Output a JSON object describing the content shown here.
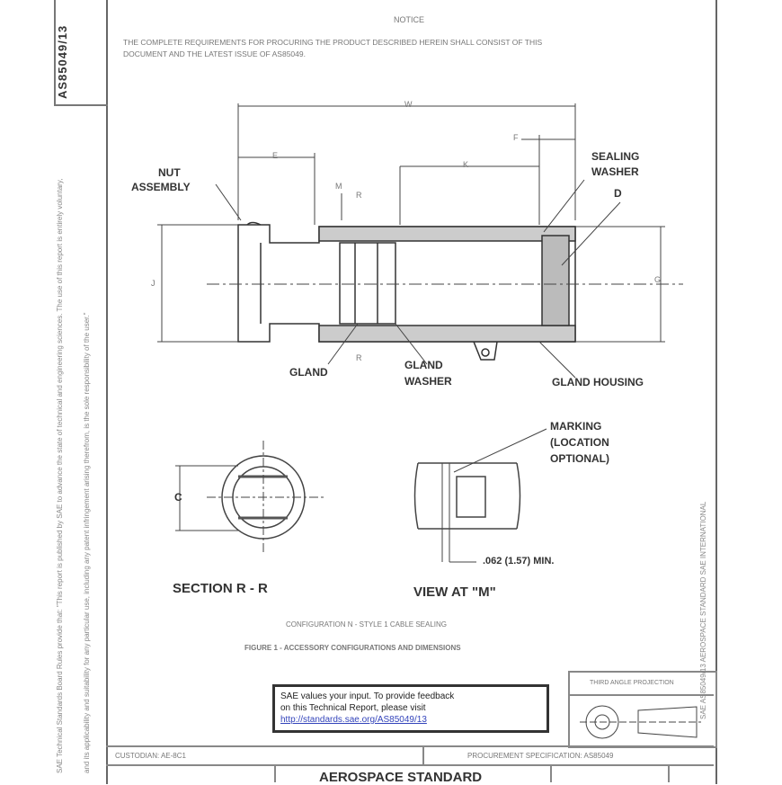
{
  "doc_id": "AS85049/13",
  "notice": {
    "heading": "NOTICE",
    "text_line1": "THE COMPLETE REQUIREMENTS FOR PROCURING THE PRODUCT DESCRIBED HEREIN SHALL CONSIST OF THIS",
    "text_line2": "DOCUMENT AND THE LATEST ISSUE OF AS85049."
  },
  "drawing": {
    "dims": {
      "w": "W",
      "e": "E",
      "f": "F",
      "k": "K",
      "m": "M",
      "r_top": "R",
      "r_bottom": "R",
      "j": "J",
      "g": "G",
      "d": "D",
      "c": "C"
    },
    "labels": {
      "nut_assembly_1": "NUT",
      "nut_assembly_2": "ASSEMBLY",
      "sealing_washer_1": "SEALING",
      "sealing_washer_2": "WASHER",
      "gland": "GLAND",
      "gland_washer_1": "GLAND",
      "gland_washer_2": "WASHER",
      "gland_housing": "GLAND HOUSING",
      "marking_1": "MARKING",
      "marking_2": "(LOCATION",
      "marking_3": "OPTIONAL)",
      "min_dim": ".062 (1.57) MIN."
    },
    "section_title": "SECTION  R - R",
    "view_title": "VIEW AT \"M\""
  },
  "captions": {
    "config": "CONFIGURATION N - STYLE 1 CABLE SEALING",
    "figure": "FIGURE 1 - ACCESSORY CONFIGURATIONS AND DIMENSIONS"
  },
  "feedback": {
    "line1": "SAE values your input. To provide feedback",
    "line2": "on this Technical Report, please visit",
    "link": "http://standards.sae.org/AS85049/13"
  },
  "projection_label": "THIRD ANGLE PROJECTION",
  "title_block": {
    "custodian": "CUSTODIAN: AE-8C1",
    "procurement": "PROCUREMENT SPECIFICATION: AS85049",
    "standard": "AEROSPACE STANDARD"
  },
  "side_text": {
    "left_1": "SAE Technical Standards Board Rules provide that: \"This report is published by SAE to advance the state of technical and engineering sciences. The use of this report is entirely voluntary,",
    "left_2": "and its applicability and suitability for any particular use, including any patent infringement arising therefrom, is the sole responsibility of the user.\"",
    "right": "SAE AS85049/13    AEROSPACE STANDARD    SAE INTERNATIONAL"
  }
}
